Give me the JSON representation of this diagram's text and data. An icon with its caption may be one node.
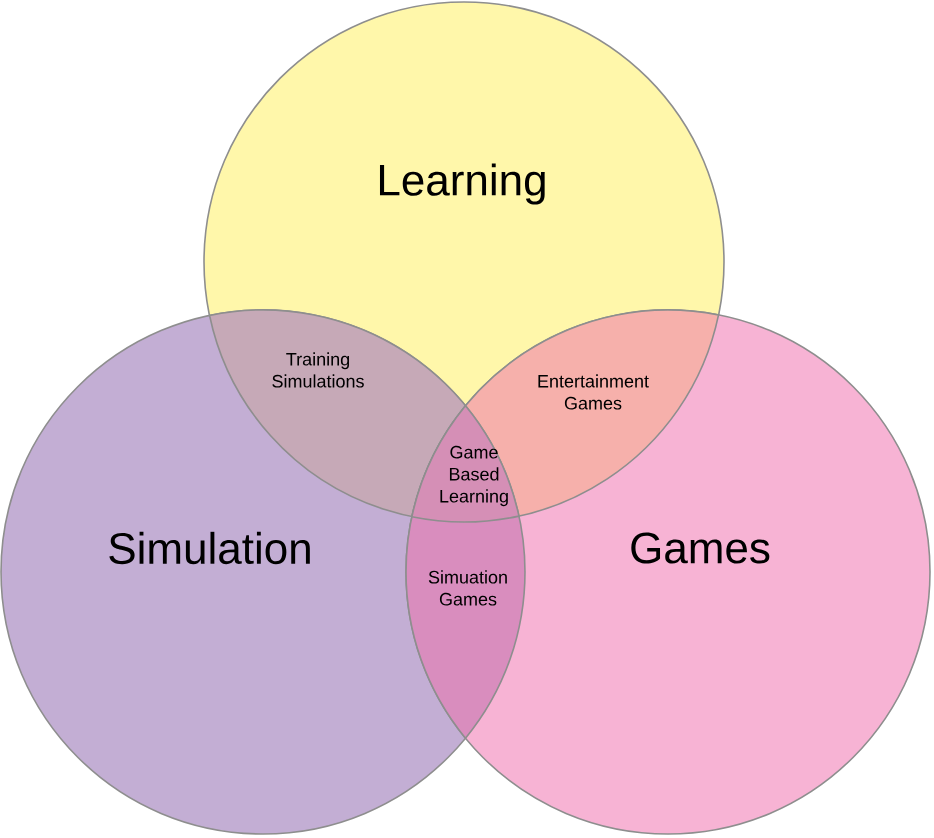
{
  "diagram": {
    "nodes": [
      {
        "text": [
          "Learning"
        ]
      },
      {
        "text": [
          "Simulation"
        ]
      },
      {
        "text": [
          "Games"
        ]
      }
    ],
    "labels": [
      "Training Simulations",
      "Entertainment Games",
      "Game Based Learning",
      "Simuation Games"
    ]
  }
}
